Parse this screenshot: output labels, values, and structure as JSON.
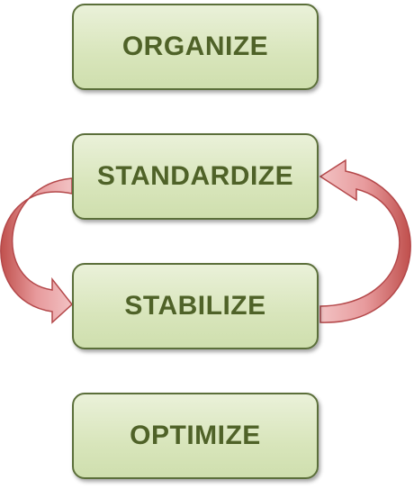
{
  "steps": [
    {
      "id": 1,
      "label": "ORGANIZE"
    },
    {
      "id": 2,
      "label": "STANDARDIZE"
    },
    {
      "id": 3,
      "label": "STABILIZE"
    },
    {
      "id": 4,
      "label": "OPTIMIZE"
    }
  ],
  "cycle": {
    "between": [
      "STANDARDIZE",
      "STABILIZE"
    ],
    "arrow_color": "#e0868a",
    "arrow_stroke": "#c0504d"
  },
  "colors": {
    "box_fill": "#d8e5bb",
    "box_border": "#5b6f3a",
    "label_text": "#4f6228"
  }
}
